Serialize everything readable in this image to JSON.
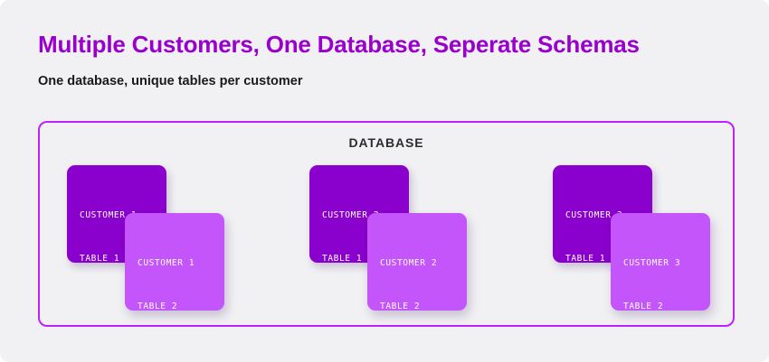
{
  "page": {
    "background_color": "#f1f1f4",
    "headline": "Multiple Customers, One Database, Seperate Schemas",
    "headline_color": "#9900cc",
    "subhead": "One database, unique tables per customer",
    "subhead_color": "#1a1a1a"
  },
  "database": {
    "label": "DATABASE",
    "border_color": "#bb22ff",
    "groups": [
      {
        "back_card": {
          "line1": "CUSTOMER 1",
          "line2": "TABLE 1",
          "color": "#8a00cc"
        },
        "front_card": {
          "line1": "CUSTOMER 1",
          "line2": "TABLE 2",
          "color": "#c355fa"
        }
      },
      {
        "back_card": {
          "line1": "CUSTOMER 2",
          "line2": "TABLE 1",
          "color": "#8a00cc"
        },
        "front_card": {
          "line1": "CUSTOMER 2",
          "line2": "TABLE 2",
          "color": "#c355fa"
        }
      },
      {
        "back_card": {
          "line1": "CUSTOMER 3",
          "line2": "TABLE 1",
          "color": "#8a00cc"
        },
        "front_card": {
          "line1": "CUSTOMER 3",
          "line2": "TABLE 2",
          "color": "#c355fa"
        }
      }
    ]
  }
}
